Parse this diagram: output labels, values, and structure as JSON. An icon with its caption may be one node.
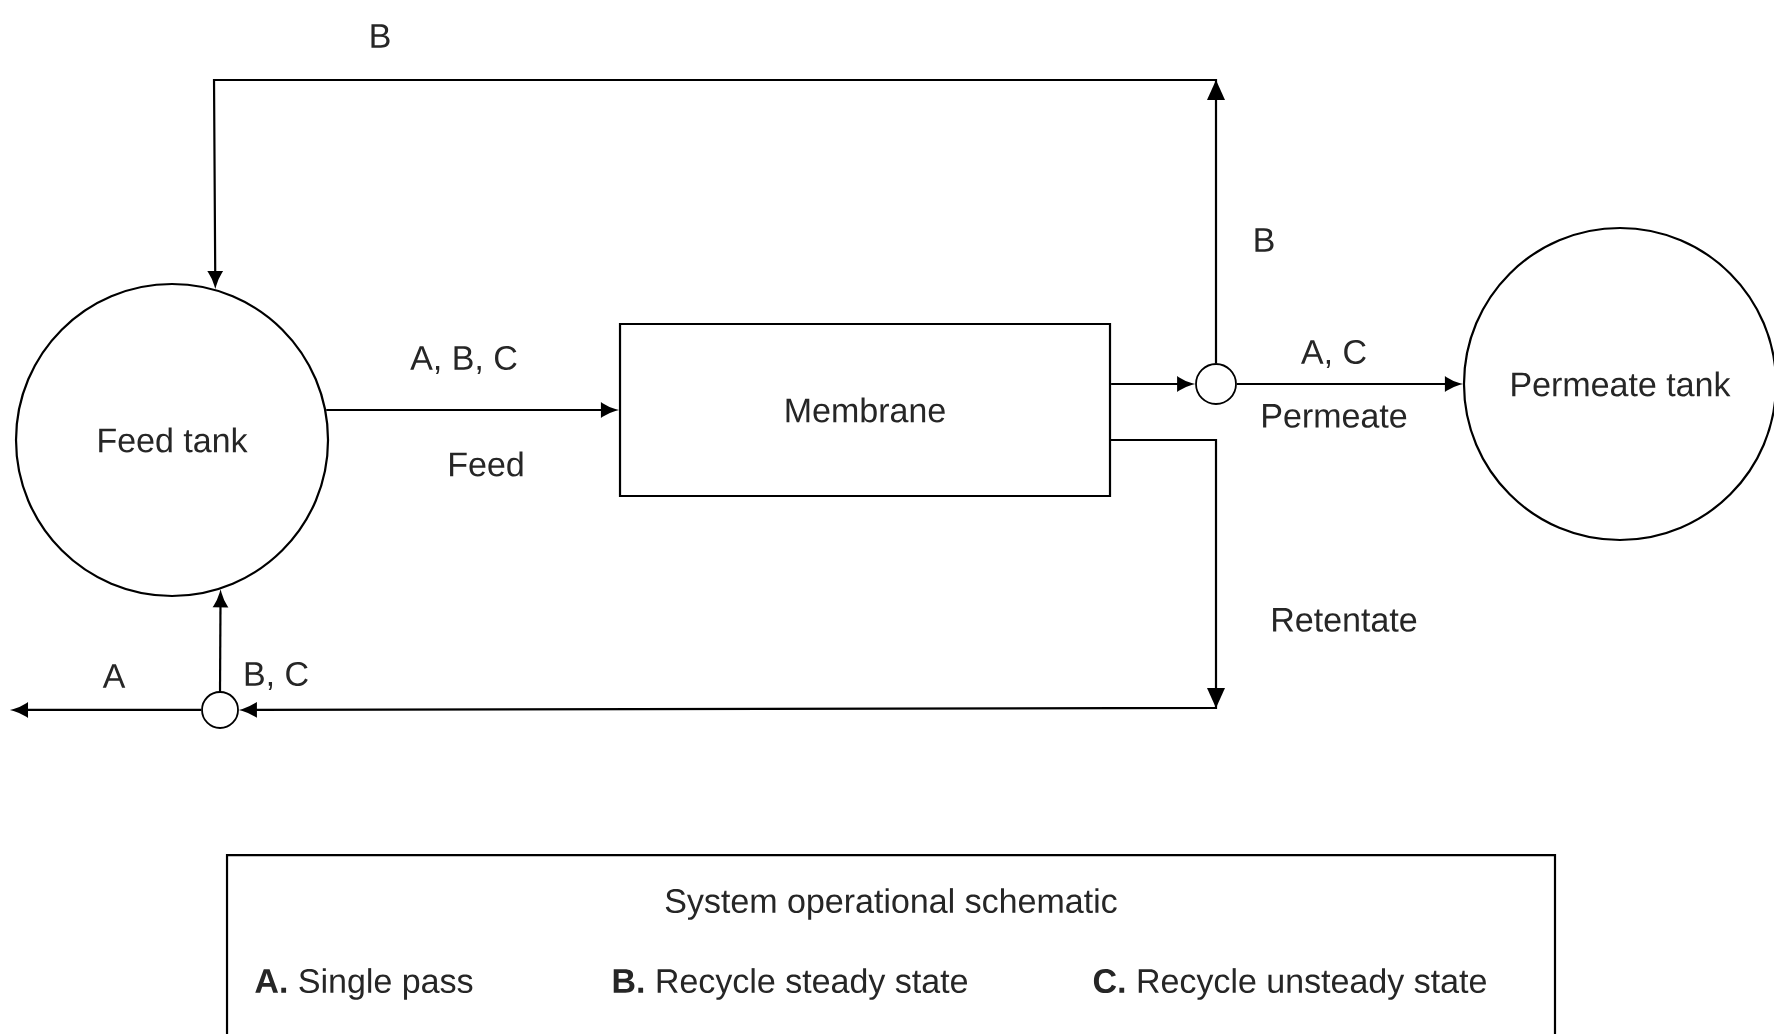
{
  "diagram": {
    "nodes": [
      {
        "text": [
          "Feed tank"
        ]
      },
      {
        "text": [
          "Membrane"
        ]
      },
      {
        "text": [],
        "shape": "circle"
      },
      {
        "text": [
          "Permeate tank"
        ]
      },
      {
        "text": [],
        "shape": "circle"
      },
      {
        "text": [
          "System operational schematic",
          "**A.** Single pass",
          "**B.** Recycle steady state",
          "**C.** Recycle unsteady state"
        ]
      }
    ],
    "edges": [
      {
        "from": 0,
        "to": 1,
        "arrow": "to",
        "label": "A, B, C"
      },
      {
        "from": 1,
        "to": 2,
        "arrow": "to"
      },
      {
        "from": 2,
        "to": 3,
        "arrow": "to",
        "label": "A, C"
      },
      {
        "from": 2,
        "to": 0,
        "arrow": "to",
        "label": "B"
      },
      {
        "from": 1,
        "to": 4,
        "arrow": "to",
        "label": "Retentate"
      },
      {
        "from": 4,
        "to": 0,
        "arrow": "to",
        "label": "B, C"
      },
      {
        "from": 4,
        "to": null,
        "arrow": "to",
        "label": "A"
      }
    ],
    "labels": [
      "B",
      "Feed",
      "Permeate"
    ]
  }
}
